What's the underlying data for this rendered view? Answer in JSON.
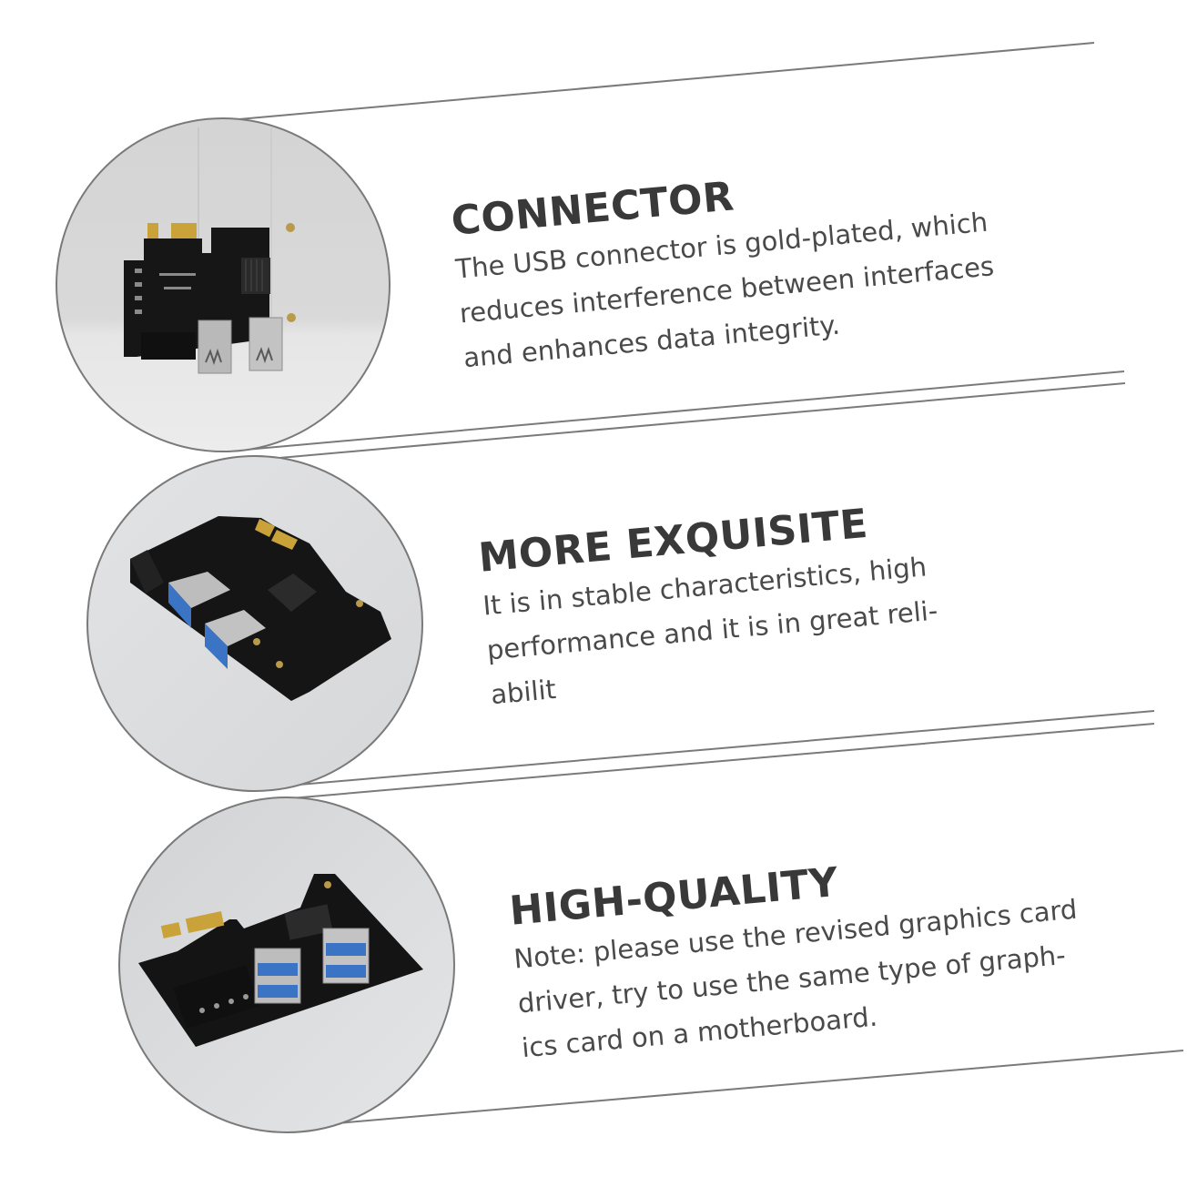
{
  "colors": {
    "background": "#ffffff",
    "line": "#7a7a7a",
    "heading": "#393939",
    "body_text": "#4a4a4a",
    "photo_bg": "#dcdcdc",
    "pcb": "#141414",
    "gold_contact": "#c9a23a",
    "usb_blue": "#3b74c4",
    "usb_metal": "#b9b9b9"
  },
  "features": [
    {
      "title": "CONNECTOR",
      "desc_lines": [
        "The USB connector is gold-plated, which",
        "reduces interference between interfaces",
        "and enhances data integrity."
      ],
      "photo": "pcie-riser-card-front-upright-two-usb-ports"
    },
    {
      "title": "MORE EXQUISITE",
      "desc_lines": [
        "It is in stable characteristics, high",
        "performance and it is in great reli-",
        "abilit"
      ],
      "photo": "pcie-riser-card-angled-two-double-usb-ports"
    },
    {
      "title": "HIGH-QUALITY",
      "desc_lines": [
        "Note: please use the revised graphics card",
        "driver, try to use the same type of graph-",
        "ics card on a motherboard."
      ],
      "photo": "pcie-riser-card-four-usb-ports-molex"
    }
  ]
}
